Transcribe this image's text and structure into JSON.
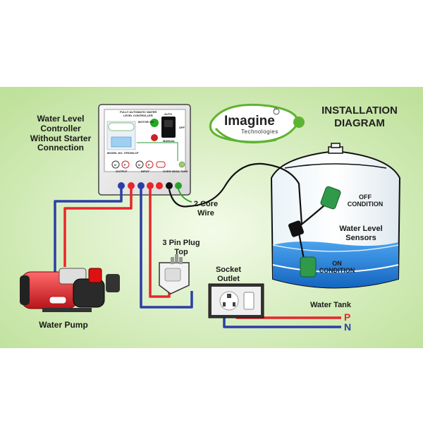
{
  "diagram": {
    "title_line1": "INSTALLATION",
    "title_line2": "DIAGRAM",
    "controller_label_line1": "Water Level",
    "controller_label_line2": "Controller",
    "controller_label_line3": "Without Starter",
    "controller_label_line4": "Connection",
    "logo_name": "Imagine",
    "logo_sub": "Technologies",
    "logo_reg": "R",
    "wire_label_line1": "2 Core",
    "wire_label_line2": "Wire",
    "plug_label_line1": "3 Pin Plug",
    "plug_label_line2": "Top",
    "socket_label_line1": "Socket",
    "socket_label_line2": "Outlet",
    "pump_label": "Water Pump",
    "tank_label": "Water Tank",
    "off_label_line1": "OFF",
    "off_label_line2": "CONDITION",
    "sensors_label_line1": "Water Level",
    "sensors_label_line2": "Sensors",
    "on_label_line1": "ON",
    "on_label_line2": "CONDITION",
    "phase_label": "P",
    "neutral_label": "N"
  },
  "controller": {
    "header_line1": "FULLY AUTOMATIC WATER",
    "header_line2": "LEVEL CONTROLLER",
    "motor_on": "MOTOR ON",
    "auto": "AUTO",
    "off": "OFF",
    "manual": "MANUAL",
    "model": "MODEL NO. ITEDWLCP",
    "output": "OUTPUT",
    "input": "INPUT",
    "over_head_tank": "OVER HEAD TANK",
    "terminals": [
      "N",
      "P",
      "N",
      "P"
    ]
  },
  "colors": {
    "phase": "#e8262b",
    "neutral": "#2b3ea8",
    "background": "#d6ecb8",
    "water": "#2a86e0",
    "logo_green": "#5fb332"
  }
}
